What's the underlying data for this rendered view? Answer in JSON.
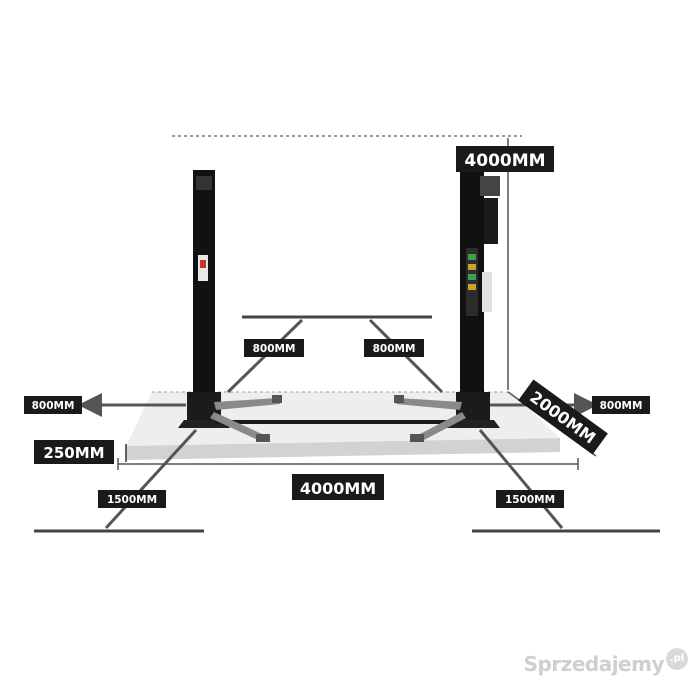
{
  "dimensions": {
    "total_height": "4000MM",
    "overall_width": "4000MM",
    "platform_depth": "2000MM",
    "clearance_left": "800MM",
    "clearance_right": "800MM",
    "arm_clearance_left": "800MM",
    "arm_clearance_right": "800MM",
    "base_height": "250MM",
    "front_clearance_left": "1500MM",
    "front_clearance_right": "1500MM"
  },
  "watermark": {
    "text": "Sprzedajemy",
    "badge": ".pl"
  },
  "colors": {
    "label_bg": "#1a1a1a",
    "label_text": "#ffffff",
    "dimension_line": "#555555",
    "post": "#111111",
    "arm": "#8a8a8a",
    "floor": "#e6e6e6"
  }
}
